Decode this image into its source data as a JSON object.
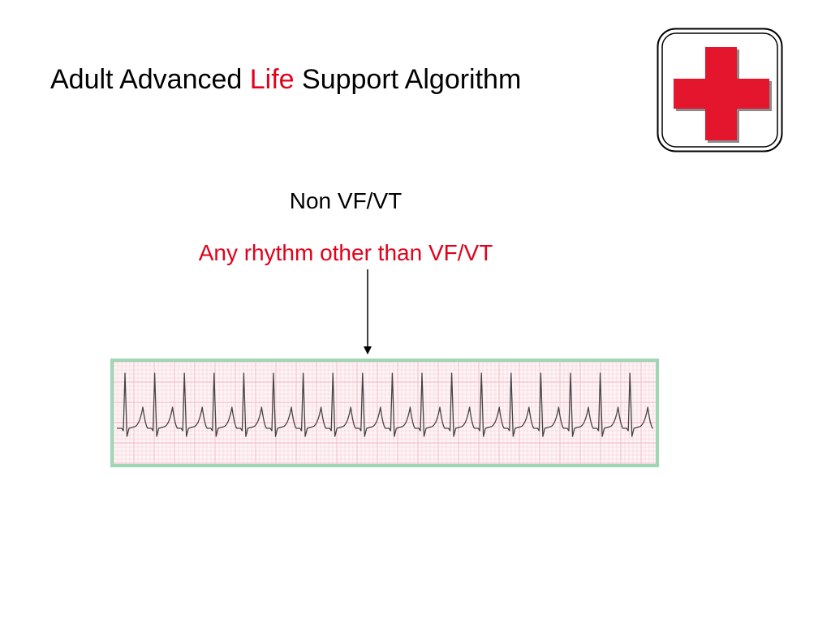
{
  "slide": {
    "title_part1": "Adult Advanced ",
    "title_accent": "Life",
    "title_part2": " Support Algorithm",
    "heading": "Non VF/VT",
    "subheading": "Any rhythm other than VF/VT"
  },
  "colors": {
    "accent": "#e3001b",
    "text": "#000000",
    "ecg_border": "#9fd6b3",
    "ecg_grid": "#f2b9c6",
    "ecg_trace": "#444444"
  },
  "icons": {
    "logo": "red-cross-icon",
    "arrow": "arrow-down-icon"
  }
}
